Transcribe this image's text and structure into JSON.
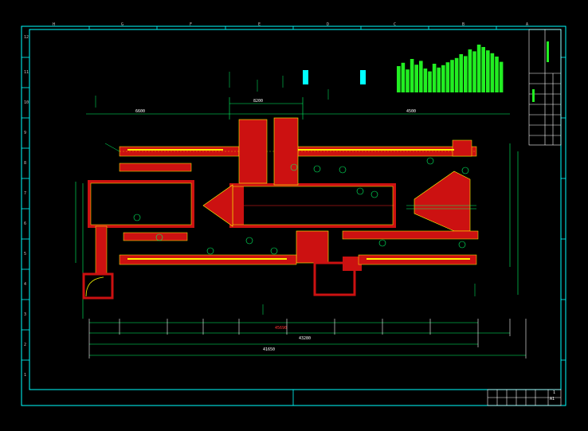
{
  "window": {
    "background": "#000000"
  },
  "colors": {
    "frame": "#00ffff",
    "duct_outer": "#ff2020",
    "duct_hatch": "#ffff00",
    "dim": "#00ff66",
    "dim_white": "#ffffff",
    "title_block": "#ffffff",
    "bars": "#22ee22",
    "marker": "#00ffff"
  },
  "zones_top": [
    "H",
    "G",
    "F",
    "E",
    "D",
    "C",
    "B",
    "A"
  ],
  "zones_side": [
    "12",
    "11",
    "10",
    "9",
    "8",
    "7",
    "6",
    "5",
    "4",
    "3",
    "2",
    "1"
  ],
  "dimensions": {
    "overall_1": "45690",
    "overall_2": "43280",
    "overall_3": "41650",
    "segment_a": "8200",
    "segment_b": "6600",
    "segment_c": "4500"
  },
  "title_block": {
    "sheet_label": "A1",
    "drawing_no": "1"
  },
  "bar_heights": [
    0.55,
    0.62,
    0.48,
    0.7,
    0.58,
    0.66,
    0.5,
    0.44,
    0.6,
    0.52,
    0.57,
    0.63,
    0.68,
    0.72,
    0.8,
    0.76,
    0.9,
    0.86,
    1.0,
    0.95,
    0.88,
    0.82,
    0.75,
    0.64
  ]
}
